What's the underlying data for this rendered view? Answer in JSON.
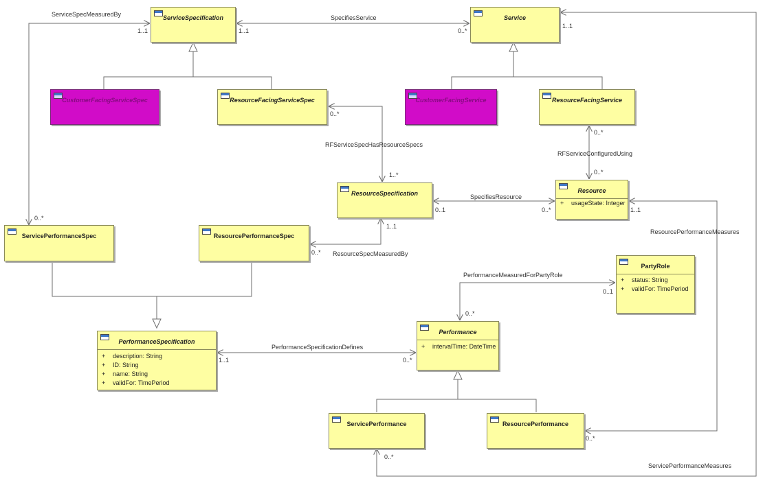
{
  "classes": {
    "service_specification": {
      "name": "ServiceSpecification",
      "abstract": true
    },
    "service": {
      "name": "Service",
      "abstract": true
    },
    "customer_facing_service_spec": {
      "name": "CustomerFacingServiceSpec",
      "abstract": true
    },
    "resource_facing_service_spec": {
      "name": "ResourceFacingServiceSpec",
      "abstract": true
    },
    "customer_facing_service": {
      "name": "CustomerFacingService",
      "abstract": true
    },
    "resource_facing_service": {
      "name": "ResourceFacingService",
      "abstract": true
    },
    "resource_specification": {
      "name": "ResourceSpecification",
      "abstract": true
    },
    "resource": {
      "name": "Resource",
      "abstract": true,
      "attributes": [
        "usageState: Integer"
      ]
    },
    "service_performance_spec": {
      "name": "ServicePerformanceSpec",
      "abstract": false
    },
    "resource_performance_spec": {
      "name": "ResourcePerformanceSpec",
      "abstract": false
    },
    "party_role": {
      "name": "PartyRole",
      "abstract": false,
      "attributes": [
        "status: String",
        "validFor: TimePeriod"
      ]
    },
    "performance_specification": {
      "name": "PerformanceSpecification",
      "abstract": true,
      "attributes": [
        "description: String",
        "ID: String",
        "name: String",
        "validFor: TimePeriod"
      ]
    },
    "performance": {
      "name": "Performance",
      "abstract": true,
      "attributes": [
        "intervalTime: DateTime"
      ]
    },
    "service_performance": {
      "name": "ServicePerformance",
      "abstract": false
    },
    "resource_performance": {
      "name": "ResourcePerformance",
      "abstract": false
    }
  },
  "visibility_symbol": "+",
  "associations": {
    "service_spec_measured_by": {
      "name": "ServiceSpecMeasuredBy",
      "mult_a": "1..1",
      "mult_b": "0..*"
    },
    "specifies_service": {
      "name": "SpecifiesService",
      "mult_a": "1..1",
      "mult_b": "0..*"
    },
    "service_performance_measures": {
      "name": "ServicePerformanceMeasures",
      "mult_a": "1..1",
      "mult_b": "0..*"
    },
    "rf_service_spec_has_resource_specs": {
      "name": "RFServiceSpecHasResourceSpecs",
      "mult_a": "0..*",
      "mult_b": "1..*"
    },
    "rf_service_configured_using": {
      "name": "RFServiceConfiguredUsing",
      "mult_a": "0..*",
      "mult_b": "0..*"
    },
    "specifies_resource": {
      "name": "SpecifiesResource",
      "mult_a": "0..1",
      "mult_b": "0..*"
    },
    "resource_performance_measures": {
      "name": "ResourcePerformanceMeasures",
      "mult_a": "1..1",
      "mult_b": "0..*"
    },
    "resource_spec_measured_by": {
      "name": "ResourceSpecMeasuredBy",
      "mult_a": "1..1",
      "mult_b": "0..*"
    },
    "performance_measured_for_party_role": {
      "name": "PerformanceMeasuredForPartyRole",
      "mult_a": "0..*",
      "mult_b": "0..1"
    },
    "performance_specification_defines": {
      "name": "PerformanceSpecificationDefines",
      "mult_a": "1..1",
      "mult_b": "0..*"
    }
  },
  "colors": {
    "class_fill": "#fefea2",
    "highlight_fill": "#d10cc8",
    "line": "#6e6e6e"
  }
}
